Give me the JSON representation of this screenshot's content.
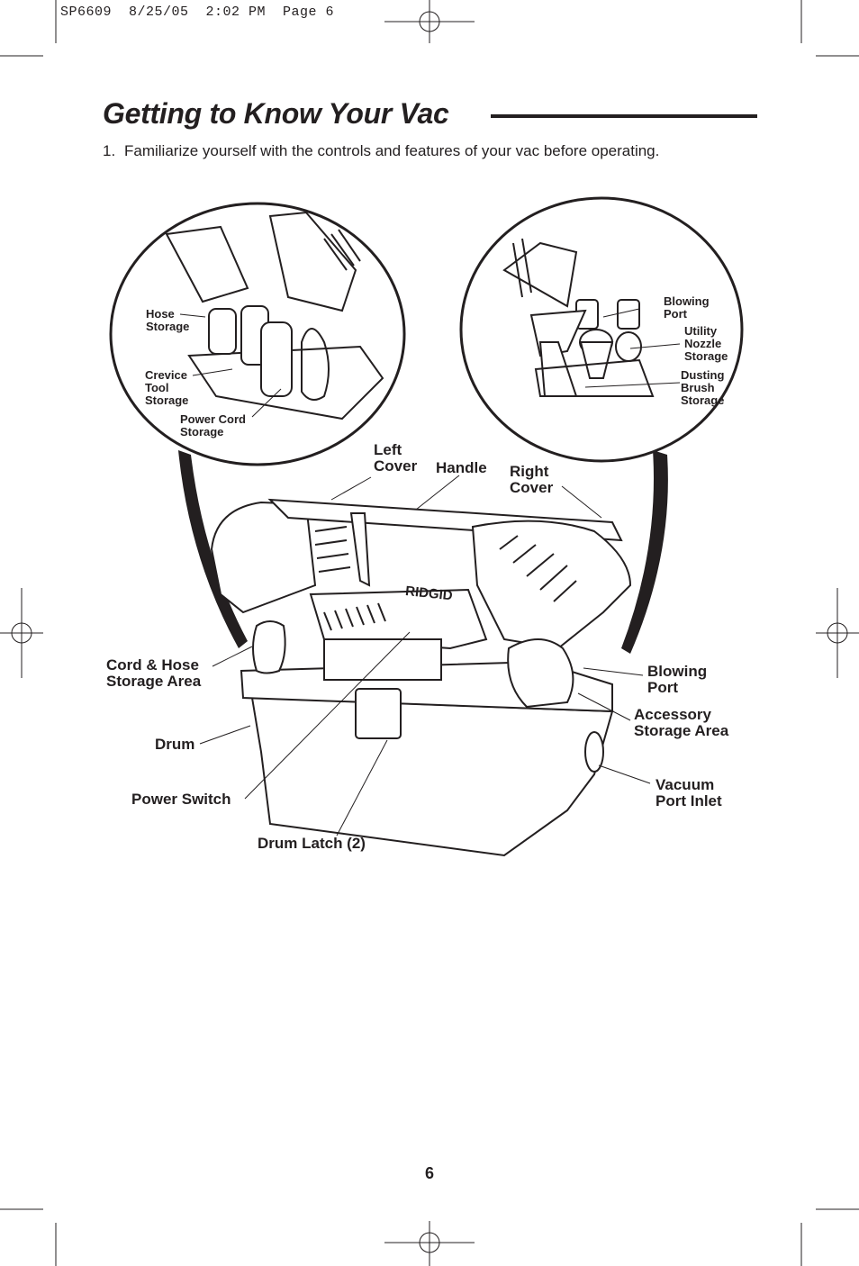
{
  "slug": "SP6609  8/25/05  2:02 PM  Page 6",
  "title": "Getting to Know Your Vac",
  "step": {
    "number": "1.",
    "text": "Familiarize yourself with the controls and features of your vac before operating."
  },
  "brand_logo": "RIDGID",
  "labels": {
    "hose_storage": "Hose\nStorage",
    "crevice_tool_storage": "Crevice\nTool\nStorage",
    "power_cord_storage": "Power Cord\nStorage",
    "blowing_port_inset": "Blowing\nPort",
    "utility_nozzle_storage": "Utility\nNozzle\nStorage",
    "dusting_brush_storage": "Dusting\nBrush\nStorage",
    "left_cover": "Left\nCover",
    "handle": "Handle",
    "right_cover": "Right\nCover",
    "cord_hose_storage_area": "Cord & Hose\nStorage Area",
    "drum": "Drum",
    "power_switch": "Power Switch",
    "drum_latch": "Drum Latch (2)",
    "blowing_port": "Blowing\nPort",
    "accessory_storage_area": "Accessory\nStorage Area",
    "vacuum_port_inlet": "Vacuum\nPort Inlet"
  },
  "page_number": "6"
}
